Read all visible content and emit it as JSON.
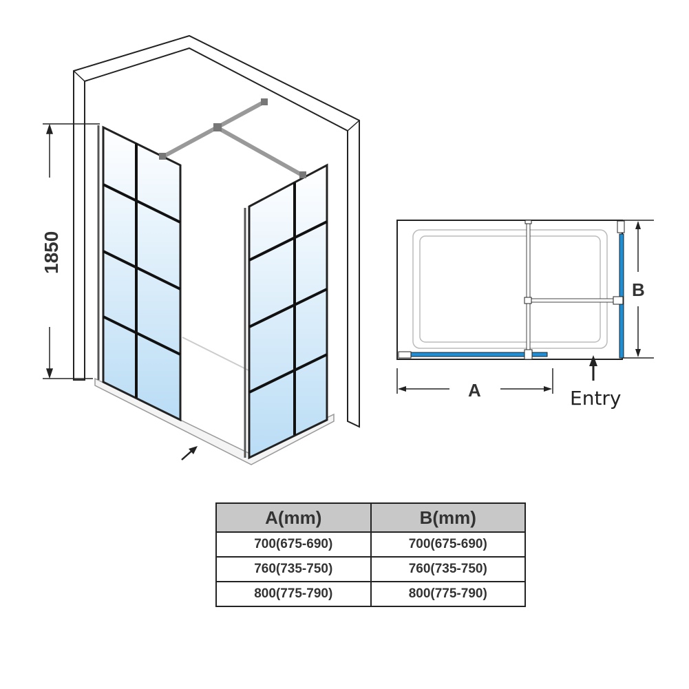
{
  "iso_view": {
    "height_label": "1850"
  },
  "plan_view": {
    "width_label": "A",
    "depth_label": "B",
    "entry_label": "Entry"
  },
  "colors": {
    "glass_panel": "#1e8fd6",
    "glass_tint": "#cfe6f7",
    "frame": "#111111"
  },
  "size_table": {
    "headers": [
      "A(mm)",
      "B(mm)"
    ],
    "rows": [
      [
        "700(675-690)",
        "700(675-690)"
      ],
      [
        "760(735-750)",
        "760(735-750)"
      ],
      [
        "800(775-790)",
        "800(775-790)"
      ]
    ]
  }
}
